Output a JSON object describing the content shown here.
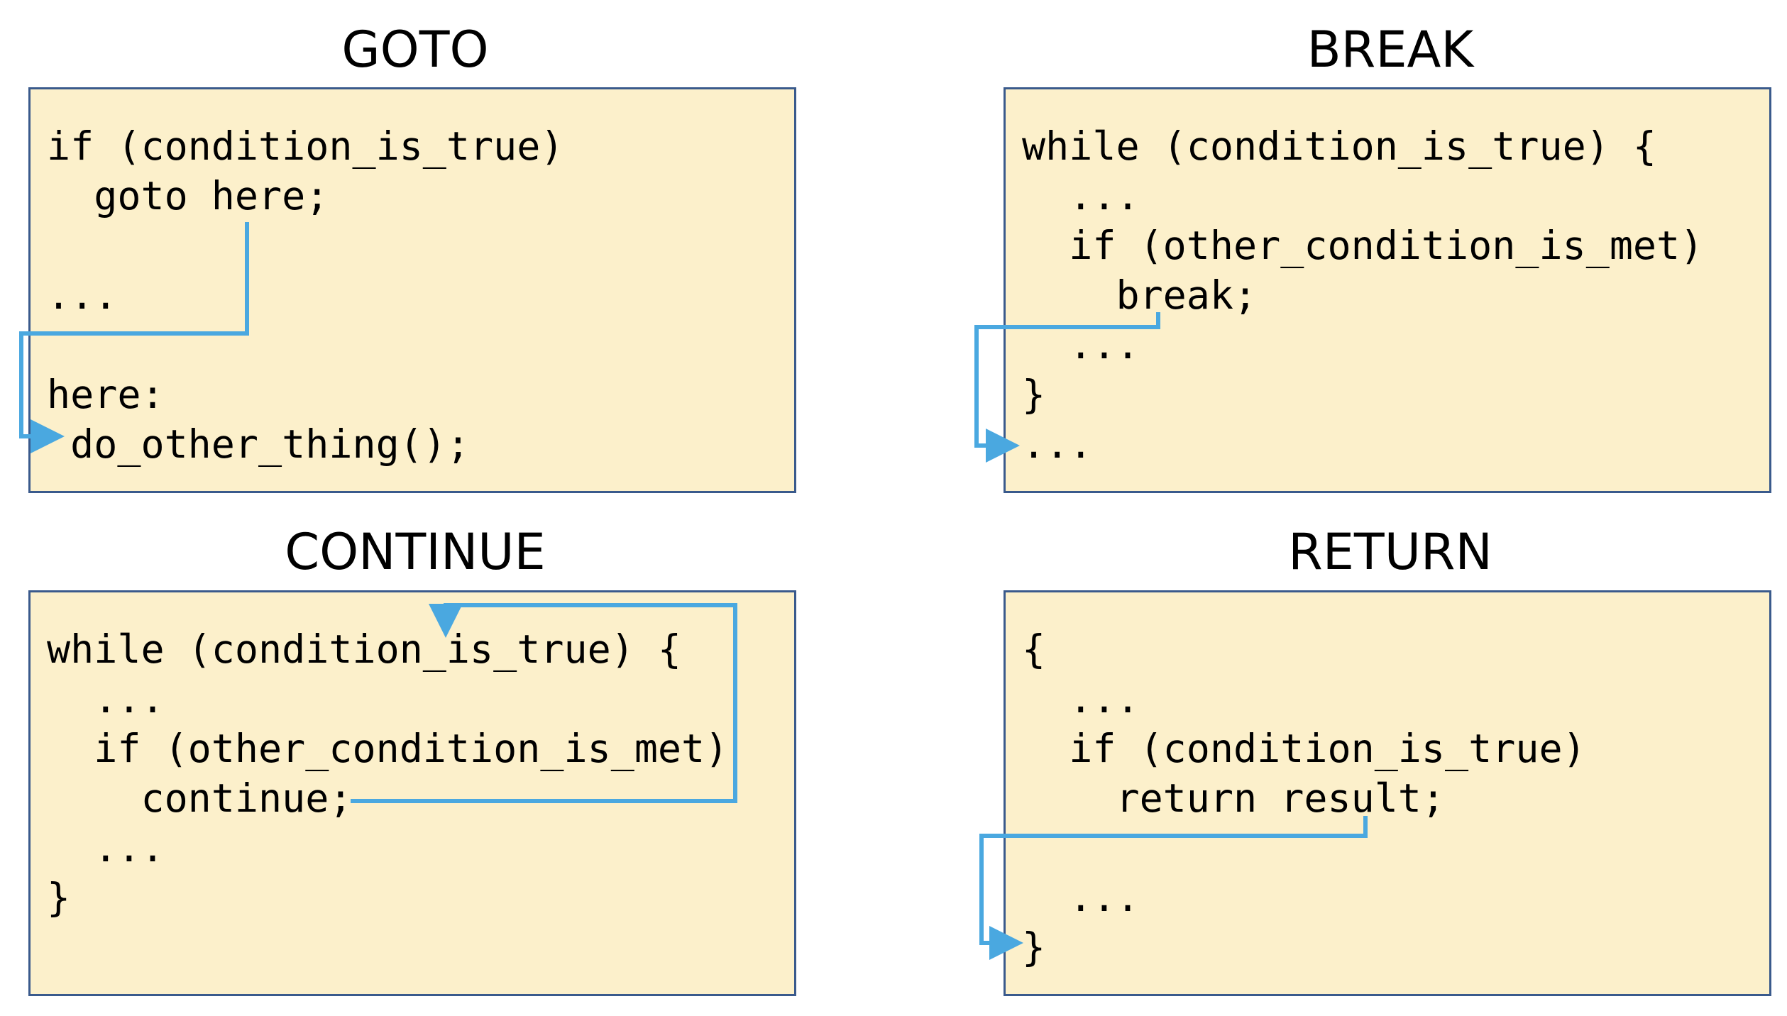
{
  "accent_color": "#4aa8e0",
  "panels": [
    {
      "title": "GOTO",
      "lines": [
        "if (condition_is_true)",
        "  goto here;",
        "...",
        "here:",
        " do_other_thing();"
      ]
    },
    {
      "title": "BREAK",
      "lines": [
        "while (condition_is_true) {",
        "  ...",
        "  if (other_condition_is_met)",
        "    break;",
        "  ...",
        "}",
        "..."
      ]
    },
    {
      "title": "CONTINUE",
      "lines": [
        "while (condition_is_true) {",
        "  ...",
        "  if (other_condition_is_met)",
        "    continue;",
        "  ...",
        "}"
      ]
    },
    {
      "title": "RETURN",
      "lines": [
        "{",
        "  ...",
        "  if (condition_is_true)",
        "    return result;",
        "  ...",
        "}"
      ]
    }
  ]
}
